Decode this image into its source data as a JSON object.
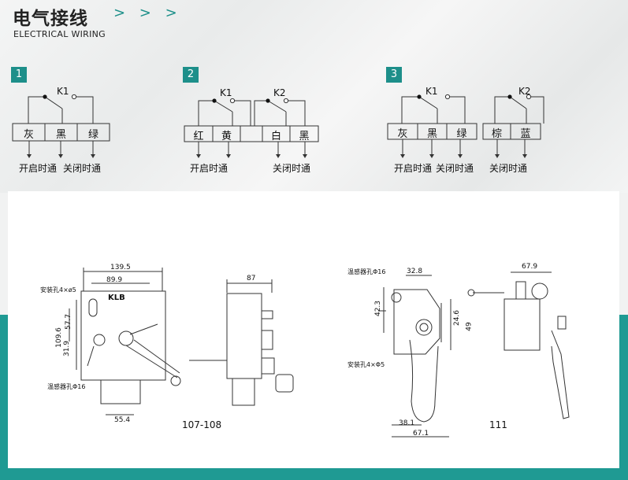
{
  "header": {
    "title": "电气接线",
    "chevrons": "> > >",
    "subtitle": "ELECTRICAL WIRING"
  },
  "wiring": [
    {
      "number": "1",
      "switches": [
        "K1"
      ],
      "terminals": [
        "灰",
        "黑",
        "绿"
      ],
      "captions": [
        "开启时通",
        "关闭时通"
      ]
    },
    {
      "number": "2",
      "switches": [
        "K1",
        "K2"
      ],
      "terminals": [
        "红",
        "黄",
        "白",
        "黑"
      ],
      "captions": [
        "开启时通",
        "关闭时通"
      ]
    },
    {
      "number": "3",
      "switches": [
        "K1",
        "K2"
      ],
      "terminals": [
        "灰",
        "黑",
        "绿",
        "棕",
        "蓝"
      ],
      "captions": [
        "开启时通",
        "关闭时通",
        "关闭时通"
      ]
    }
  ],
  "drawings": {
    "left": {
      "model": "107-108",
      "brand": "KLB",
      "dims": [
        "139.5",
        "89.9",
        "87",
        "57.7",
        "109.6",
        "31.9",
        "55.4"
      ],
      "notes": [
        "安装孔4×ø5",
        "温感器孔Φ16"
      ]
    },
    "right": {
      "model": "111",
      "dims": [
        "32.8",
        "67.9",
        "42.3",
        "24.6",
        "49",
        "38.1",
        "67.1"
      ],
      "notes": [
        "温感器孔Φ16",
        "安装孔4×Φ5"
      ]
    }
  }
}
